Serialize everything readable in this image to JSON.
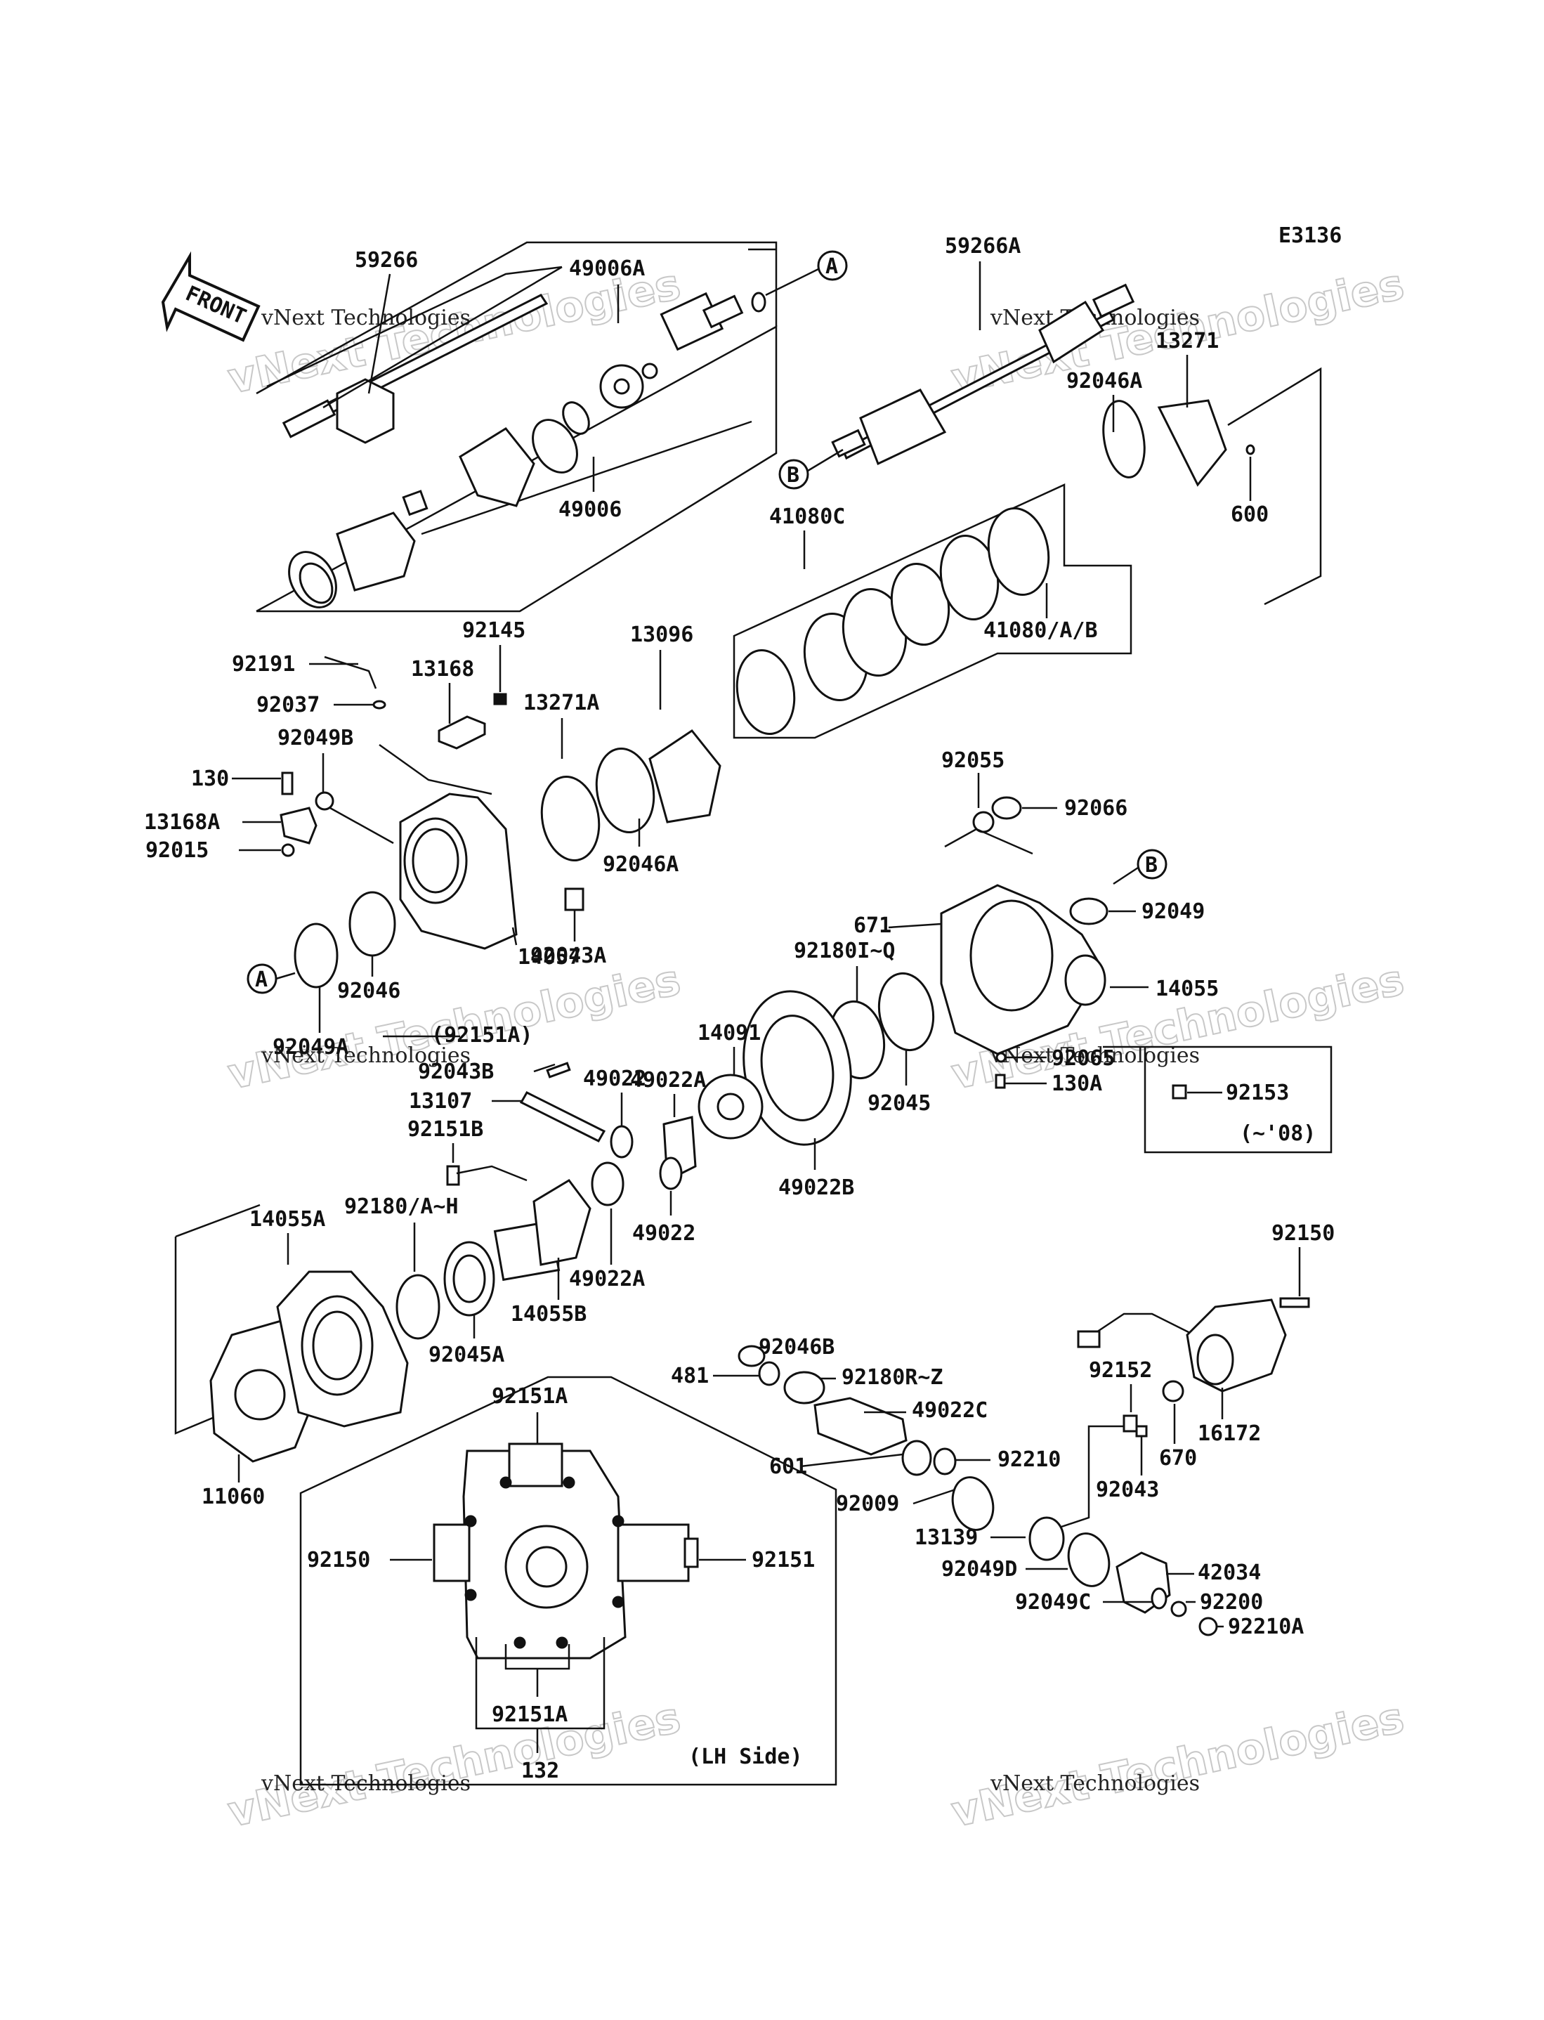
{
  "diagram_code": "E3136",
  "direction_label": "FRONT",
  "parts": {
    "p59266": "59266",
    "p49006A": "49006A",
    "p49006": "49006",
    "p59266A": "59266A",
    "p13271": "13271",
    "p92046A_top": "92046A",
    "p600": "600",
    "p41080C": "41080C",
    "p41080AB": "41080/A/B",
    "p92145": "92145",
    "p13096": "13096",
    "p92191": "92191",
    "p13168": "13168",
    "p13271A": "13271A",
    "p92037": "92037",
    "p92049B": "92049B",
    "p130": "130",
    "p13168A": "13168A",
    "p92015": "92015",
    "p92046A_mid": "92046A",
    "p92055": "92055",
    "p92066": "92066",
    "p92049": "92049",
    "p671": "671",
    "p92180IQ": "92180I~Q",
    "p14055": "14055",
    "p92043A": "92043A",
    "p92046": "92046",
    "p14057": "14057",
    "p92049A": "92049A",
    "p92151A_paren": "(92151A)",
    "p14091": "14091",
    "p49022A_top": "49022A",
    "p92065": "92065",
    "p130A": "130A",
    "p92153": "92153",
    "p08": "(~'08)",
    "p92043B": "92043B",
    "p49022_top": "49022",
    "p13107": "13107",
    "p92045": "92045",
    "p92151B": "92151B",
    "p49022B": "49022B",
    "p14055A": "14055A",
    "p92180AH": "92180/A~H",
    "p49022_bot": "49022",
    "p49022A_bot": "49022A",
    "p14055B": "14055B",
    "p92045A": "92045A",
    "p92150_top": "92150",
    "p92046B": "92046B",
    "p481": "481",
    "p92180RZ": "92180R~Z",
    "p92152": "92152",
    "p49022C": "49022C",
    "p670": "670",
    "p16172": "16172",
    "p601": "601",
    "p92210": "92210",
    "p92043": "92043",
    "p92009": "92009",
    "p13139": "13139",
    "p11060": "11060",
    "p92151A_inset_top": "92151A",
    "p92150_inset": "92150",
    "p92151_inset": "92151",
    "p92049D": "92049D",
    "p42034": "42034",
    "p92049C": "92049C",
    "p92200": "92200",
    "p92210A": "92210A",
    "p92151A_inset_bot": "92151A",
    "p132": "132",
    "pLH": "(LH Side)"
  },
  "refs": {
    "A": "A",
    "B": "B"
  },
  "watermark": {
    "line1": "vNext Technologies",
    "line2": "vNext Technologies"
  }
}
